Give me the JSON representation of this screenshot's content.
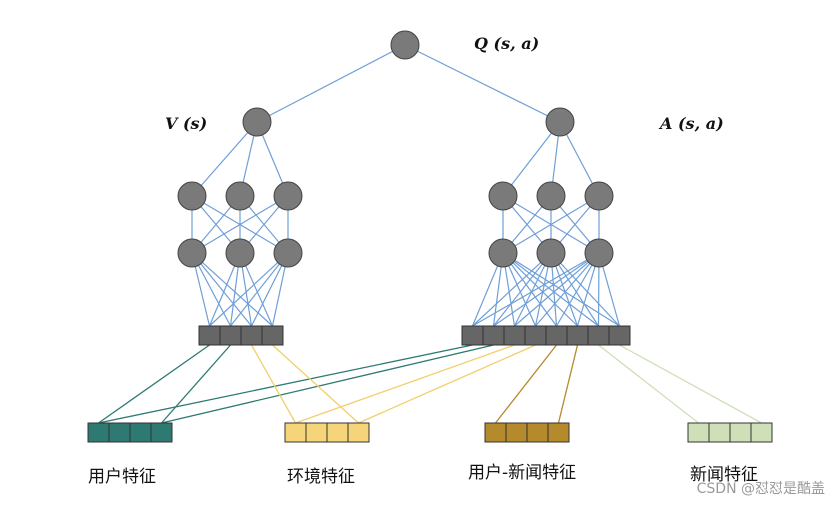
{
  "labels": {
    "q": "Q (s, a)",
    "v": "V (s)",
    "a": "A (s, a)"
  },
  "features": [
    {
      "key": "user",
      "label": "用户特征",
      "color": "#2e7a73",
      "line": "#2e7a73"
    },
    {
      "key": "env",
      "label": "环境特征",
      "color": "#f6d47a",
      "line": "#f2cf6b"
    },
    {
      "key": "usernews",
      "label": "用户-新闻特征",
      "color": "#b48a2c",
      "line": "#b48a2c"
    },
    {
      "key": "news",
      "label": "新闻特征",
      "color": "#cfe0b8",
      "line": "#cfe0b8"
    }
  ],
  "colors": {
    "node": "#7a7a7a",
    "node_stroke": "#444444",
    "edge": "#6f9fd8",
    "embed_cell": "#666666"
  },
  "watermark": "CSDN @怼怼是酷盖"
}
